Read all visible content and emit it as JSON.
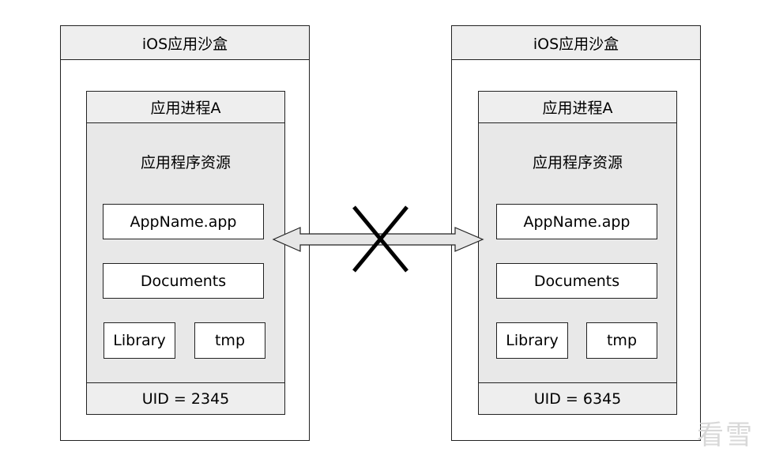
{
  "left": {
    "sandbox_title": "iOS应用沙盒",
    "process_title": "应用进程A",
    "resources_label": "应用程序资源",
    "folders": {
      "app": "AppName.app",
      "documents": "Documents",
      "library": "Library",
      "tmp": "tmp"
    },
    "uid": "UID = 2345"
  },
  "right": {
    "sandbox_title": "iOS应用沙盒",
    "process_title": "应用进程A",
    "resources_label": "应用程序资源",
    "folders": {
      "app": "AppName.app",
      "documents": "Documents",
      "library": "Library",
      "tmp": "tmp"
    },
    "uid": "UID = 6345"
  },
  "watermark": "看雪",
  "colors": {
    "stroke": "#222222",
    "header_fill": "#eeeeee",
    "process_fill": "#e8e8e8",
    "arrow_fill": "#e6e6e6"
  }
}
